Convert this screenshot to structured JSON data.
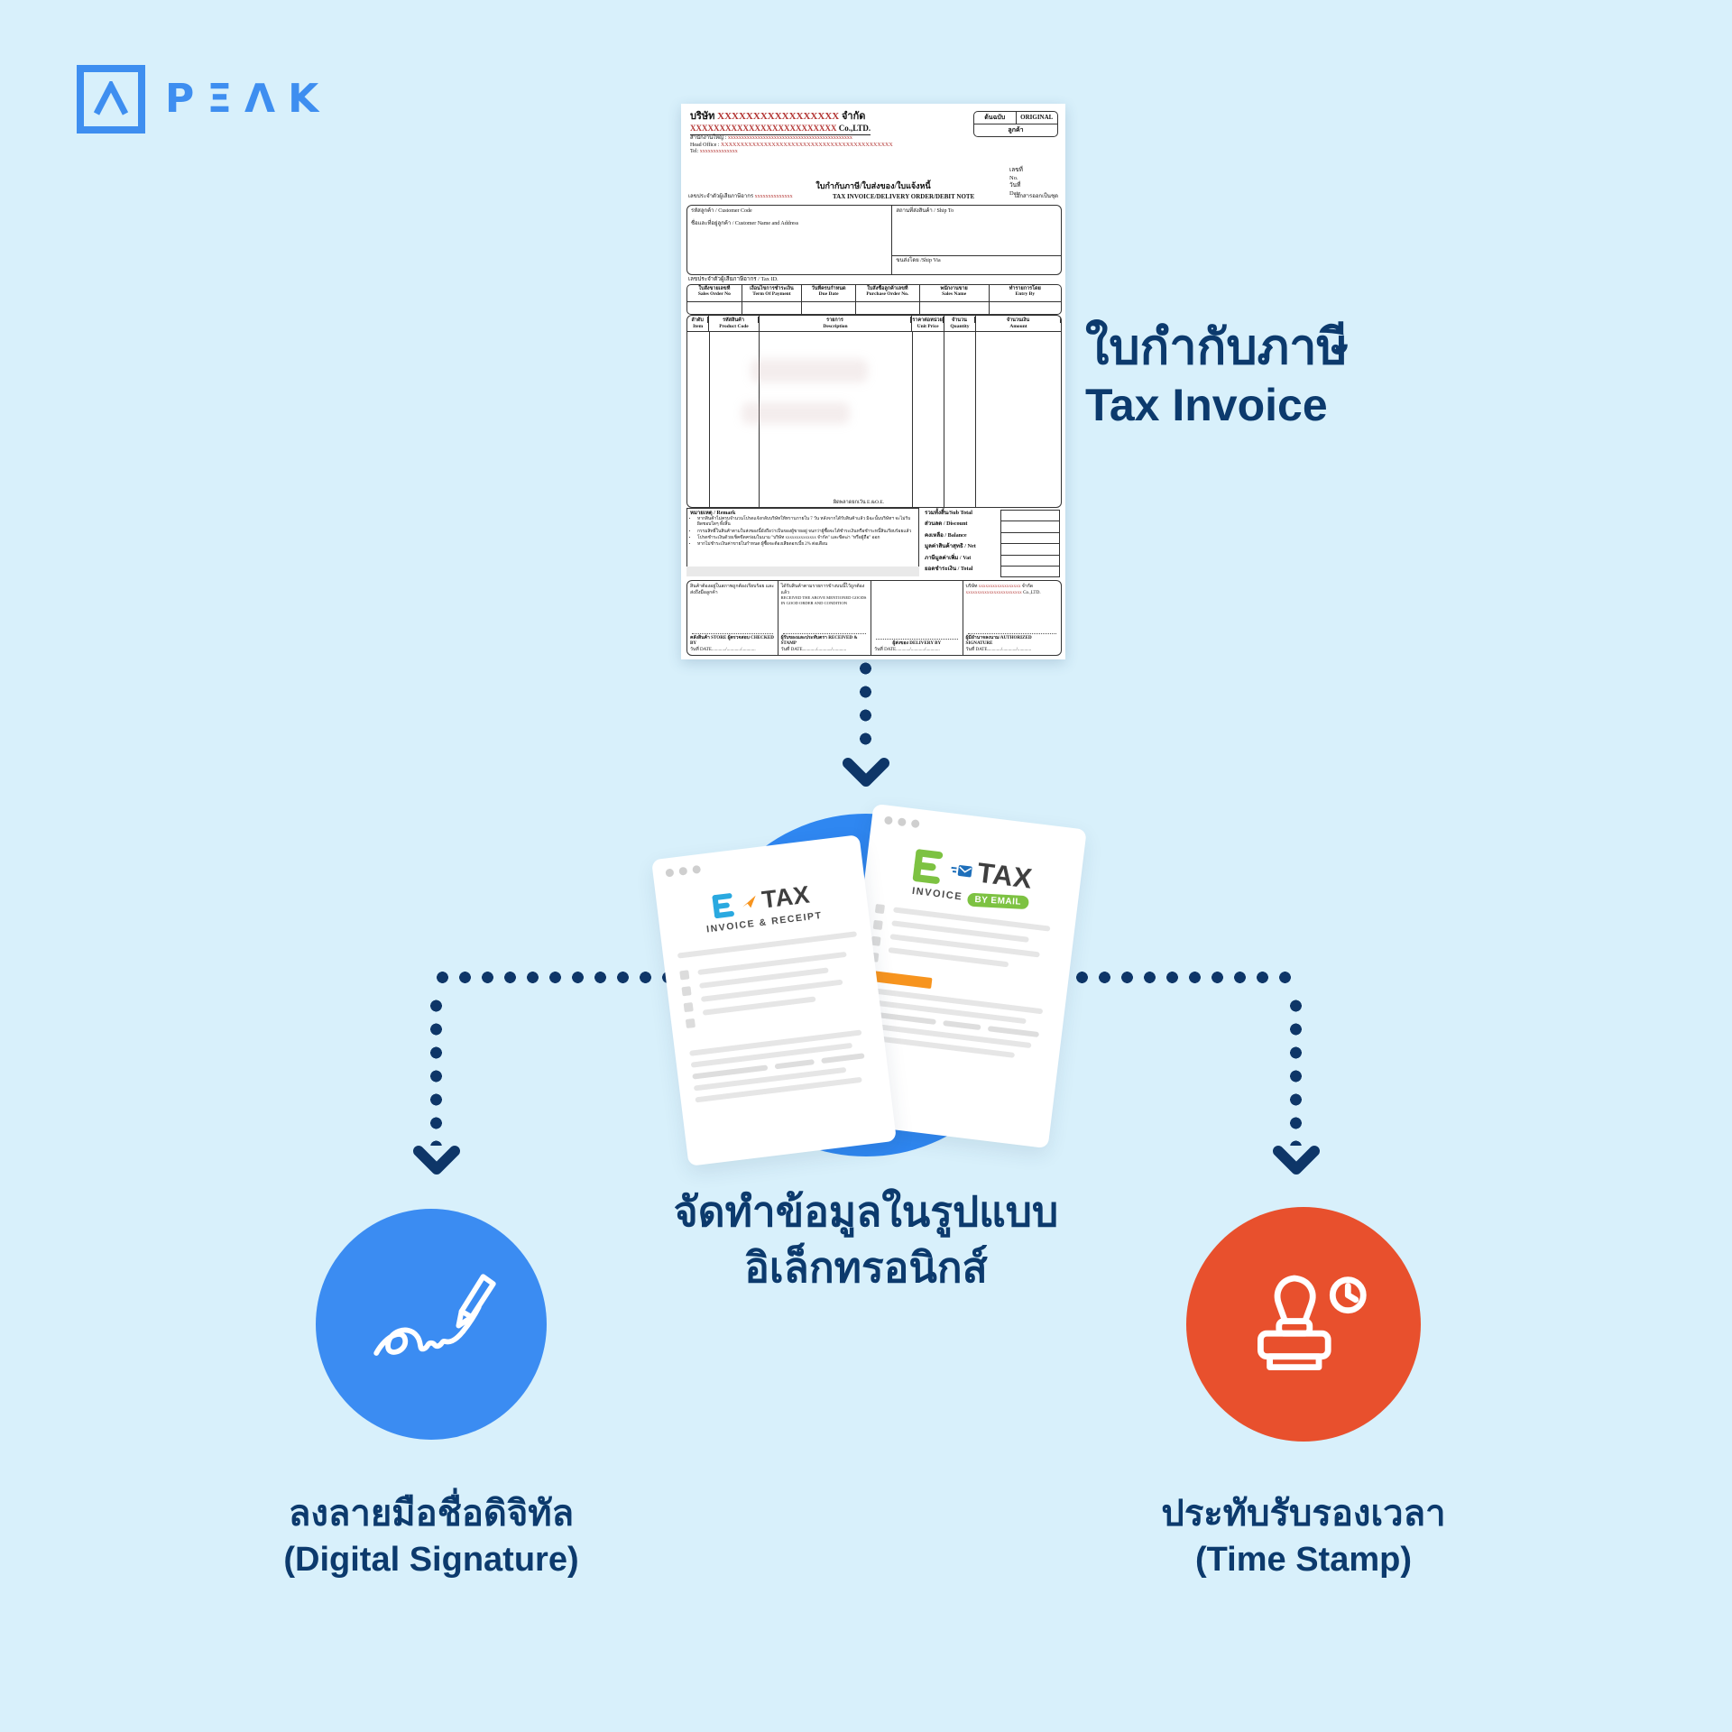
{
  "brand": {
    "logo_text": "PΞΛK",
    "icon_glyph": "Λ",
    "color": "#3e8ef0"
  },
  "colors": {
    "background": "#d8f0fb",
    "navy": "#0c3a6d",
    "dot_navy": "#0e3668",
    "blue_circle": "#3b8cf2",
    "center_circle": "#2f87f1",
    "orange_circle": "#e8502d",
    "etax_blue": "#2aa9e0",
    "etax_green": "#7dc242",
    "etax_orange": "#f7941e",
    "invoice_red": "#b23230"
  },
  "labels": {
    "tax_invoice_th": "ใบกำกับภาษี",
    "tax_invoice_en": "Tax Invoice",
    "process_line1": "จัดทำข้อมูลในรูปแบบ",
    "process_line2": "อิเล็กทรอนิกส์",
    "digital_th": "ลงลายมือชื่อดิจิทัล",
    "digital_en": "(Digital Signature)",
    "timestamp_th": "ประทับรับรองเวลา",
    "timestamp_en": "(Time Stamp)"
  },
  "etax": {
    "left": {
      "tax": "TAX",
      "subtitle": "INVOICE & RECEIPT"
    },
    "right": {
      "tax": "TAX",
      "subtitle": "INVOICE",
      "badge": "BY EMAIL"
    }
  },
  "invoice": {
    "company_th": {
      "prefix": "บริษัท",
      "x": "XXXXXXXXXXXXXXXXX",
      "suffix": "จำกัด"
    },
    "company_en": {
      "x": "XXXXXXXXXXXXXXXXXXXXXXXXX",
      "suffix": "Co.,LTD."
    },
    "head_office_th": {
      "label": "สำนักงานใหญ่ :",
      "x": "xxxxxxxxxxxxxxxxxxxxxxxxxxxxxxxxxxxxxxxxxxxxxx"
    },
    "head_office_en": {
      "label": "Head Office :",
      "x": "XXXXXXXXXXXXXXXXXXXXXXXXXXXXXXXXXXXXXXXXXXXX"
    },
    "tel": {
      "label": "Tel:",
      "x": "xxxxxxxxxxxxxx"
    },
    "copy": {
      "original_th": "ต้นฉบับ",
      "original_en": "ORIGINAL",
      "holder": "ลูกค้า"
    },
    "no_th": "เลขที่",
    "no_en": "No.",
    "date_th": "วันที่",
    "date_en": "Date",
    "title_th": "ใบกำกับภาษี/ใบส่งของ/ใบแจ้งหนี้",
    "title_en": "TAX INVOICE/DELIVERY ORDER/DEBIT NOTE",
    "tax_payer": {
      "label": "เลขประจำตัวผู้เสียภาษีอากร",
      "x": "xxxxxxxxxxxxxx"
    },
    "doc_set": "เอกสารออกเป็นชุด",
    "customer_code": "รหัสลูกค้า / Customer Code",
    "customer_name": "ชื่อและที่อยู่ลูกค้า / Customer Name and Address",
    "ship_to": "สถานที่ส่งสินค้า / Ship To",
    "ship_via": "ขนส่งโดย /Ship Via",
    "tax_id": "เลขประจำตัวผู้เสียภาษีอากร / Tax ID.",
    "order_cols": [
      {
        "th": "ใบสั่งขายเลขที่",
        "en": "Sales Order No"
      },
      {
        "th": "เงื่อนไขการชำระเงิน",
        "en": "Term Of Payment"
      },
      {
        "th": "วันที่ครบกำหนด",
        "en": "Due Date"
      },
      {
        "th": "ใบสั่งซื้อลูกค้าเลขที่",
        "en": "Purchase Order No."
      },
      {
        "th": "พนักงานขาย",
        "en": "Sales Name"
      },
      {
        "th": "ทำรายการโดย",
        "en": "Entry By"
      }
    ],
    "item_cols": [
      {
        "th": "ลำดับ",
        "en": "Item"
      },
      {
        "th": "รหัสสินค้า",
        "en": "Product Code"
      },
      {
        "th": "รายการ",
        "en": "Description"
      },
      {
        "th": "ราคาต่อหน่วย",
        "en": "Unit Price"
      },
      {
        "th": "จำนวน",
        "en": "Quantity"
      },
      {
        "th": "จำนวนเงิน",
        "en": "Amount"
      }
    ],
    "eoe": "ผิดพลาดยกเว้น E.&O.E.",
    "remark_title": "หมายเหตุ / Remark",
    "remarks": [
      "หากสินค้าไม่ครบจำนวนโปรดแจ้งกลับบริษัทให้ทราบภายใน 7 วัน หลังจากได้รับสินค้าแล้ว มิฉะนั้นบริษัทฯ จะไม่รับผิดชอบใดๆ ทั้งสิ้น",
      "กรรมสิทธิ์ในสินค้าตามใบส่งของนี้ยังถือว่าเป็นของผู้ขายอยู่ จนกว่าผู้ซื้อจะได้ชำระเงินหรือชำระหนี้สินเรียบร้อยแล้ว",
      "โปรดชำระเงินด้วยเช็คขีดคร่อมในนาม \"บริษัท xxxxxxxxxxxxxx จำกัด\" และขีดฆ่า \"หรือผู้ถือ\" ออก",
      "หากไม่ชำระเงินค่าขายในกำหนด ผู้ซื้อจะต้องเสียดอกเบี้ย 2% ต่อเดือน"
    ],
    "totals": [
      "รวมทั้งสิ้น/Sub Total",
      "ส่วนลด / Discount",
      "คงเหลือ / Balance",
      "มูลค่าสินค้าสุทธิ / Net",
      "ภาษีมูลค่าเพิ่ม / Vat",
      "ยอดชำระเงิน / Total"
    ],
    "sign": {
      "store_note": "สินค้าต้องอยู่ในสภาพถูกต้องเรียบร้อย และส่งถึงมือลูกค้า",
      "store_line": "คลังสินค้า STORE   ผู้ตรวจสอบ CHECKED BY",
      "received_note_th": "ได้รับสินค้าตามรายการข้างบนนี้ไว้ถูกต้องแล้ว",
      "received_note_en": "RECEIVED THE ABOVE MENTIONED GOODS IN GOOD ORDER AND CONDITION",
      "received_line": "ผู้รับของและประทับตรา RECEIVED & STAMP",
      "delivery_line": "ผู้ส่งของ  DELIVERY BY",
      "auth_company_th": {
        "label": "บริษัท",
        "x": "xxxxxxxxxxxxxxxxxx",
        "suffix": "จำกัด"
      },
      "auth_company_en": {
        "x": "xxxxxxxxxxxxxxxxxxxxxxxx",
        "suffix": "Co.,LTD."
      },
      "auth_line": "ผู้มีอำนาจลงนาม/AUTHORIZED SIGNATURE",
      "date_line": "วันที่ DATE............/............/............"
    }
  }
}
